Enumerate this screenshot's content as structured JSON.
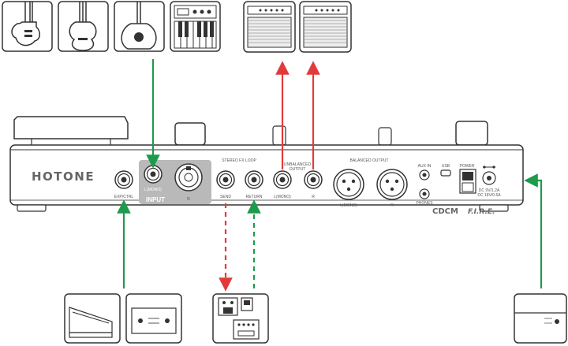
{
  "device": {
    "brand": "HOTONE",
    "model_logo": "CDCM",
    "model_sub": "F.I.R.E.",
    "jacks": {
      "exp_ctrl": "EXP/CTRL",
      "input_mono": "L(MONO)",
      "input_r": "R",
      "input_label": "INPUT",
      "loop_header": "STEREO FX LOOP",
      "send": "SEND",
      "return": "RETURN",
      "unbal_header": "UNBALANCED",
      "unbal_sub": "OUTPUT",
      "out_mono": "L(MONO)",
      "out_r": "R",
      "bal_header": "BALANCED OUTPUT",
      "bal_mono": "L(MONO)",
      "bal_r": "R",
      "aux_in": "AUX IN",
      "phones": "PHONES",
      "usb": "USB",
      "power": "POWER",
      "dc_spec_1": "DC 9V/1.2A",
      "dc_spec_2": "DC 18V/0.6A"
    }
  },
  "peripherals": {
    "instruments": [
      "electric-guitar",
      "acoustic-guitar",
      "acoustic-guitar-alt",
      "keyboard-synth"
    ],
    "amps": [
      "amplifier-left",
      "amplifier-right"
    ],
    "controllers": [
      "expression-pedal",
      "footswitch"
    ],
    "fx_unit": "external-effects-pedal",
    "power_supply": "power-adapter"
  },
  "connections": [
    {
      "from": "instruments",
      "to": "input",
      "color": "#1e9a4c",
      "style": "solid"
    },
    {
      "from": "unbalanced-output",
      "to": "amps",
      "color": "#e23a3a",
      "style": "solid"
    },
    {
      "from": "send",
      "to": "fx-unit",
      "color": "#e23a3a",
      "style": "dashed"
    },
    {
      "from": "fx-unit",
      "to": "return",
      "color": "#1e9a4c",
      "style": "dashed"
    },
    {
      "from": "controllers",
      "to": "exp-ctrl",
      "color": "#1e9a4c",
      "style": "solid"
    },
    {
      "from": "power-adapter",
      "to": "power",
      "color": "#1e9a4c",
      "style": "solid"
    }
  ],
  "colors": {
    "green": "#1e9a4c",
    "red": "#e23a3a",
    "line": "#333333",
    "input_panel": "#b9b9b9"
  }
}
